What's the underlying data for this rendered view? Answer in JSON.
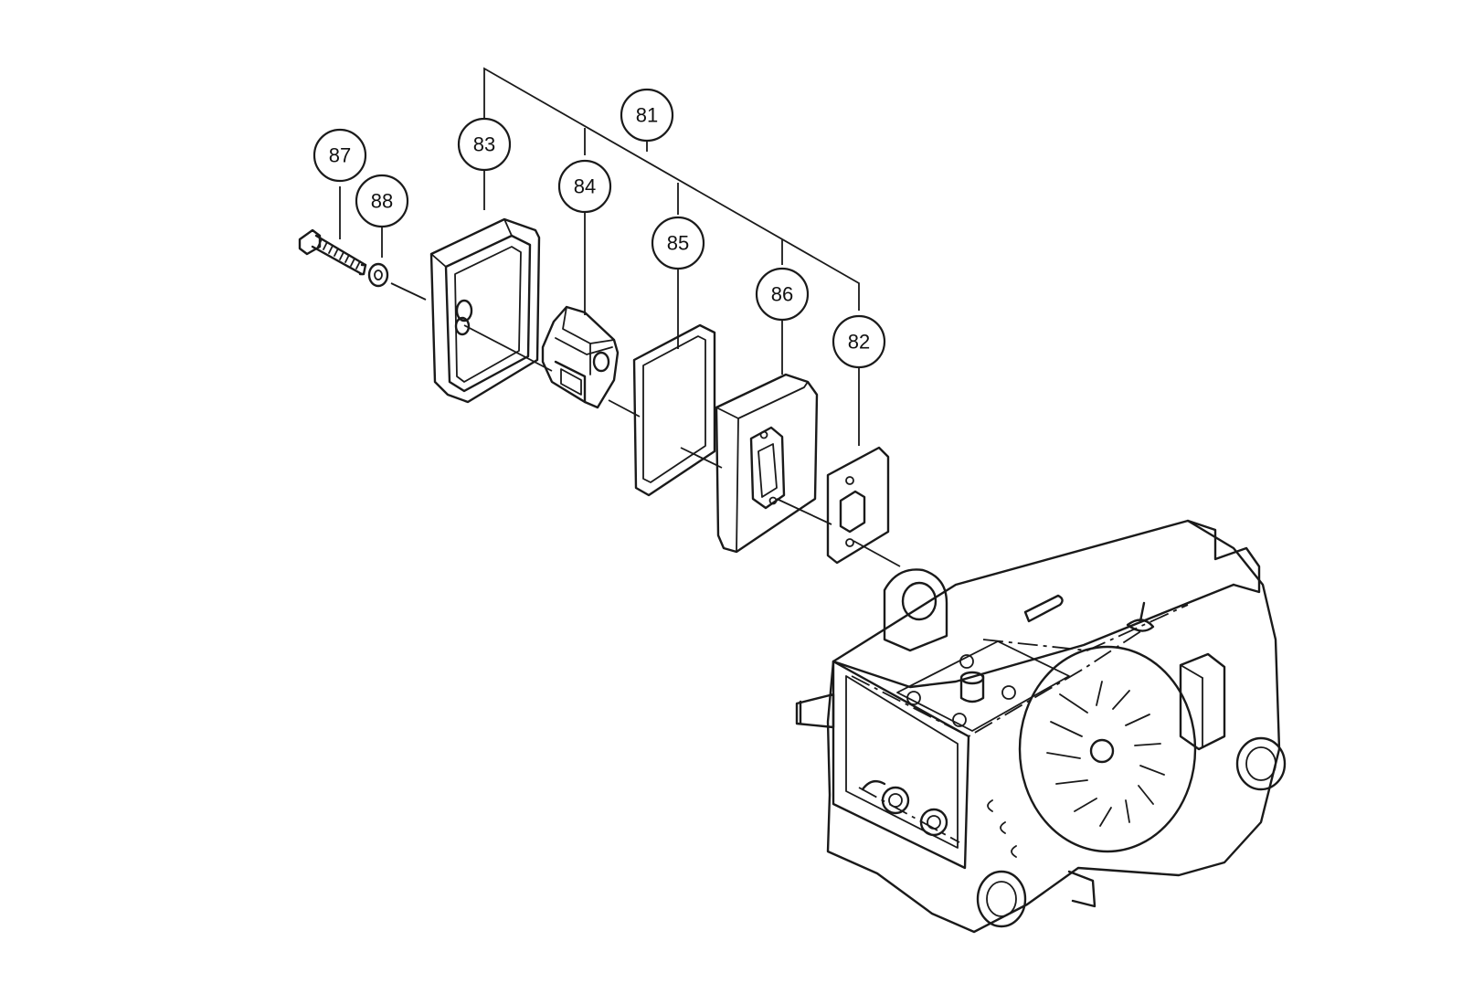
{
  "callouts": {
    "p81": "81",
    "p82": "82",
    "p83": "83",
    "p84": "84",
    "p85": "85",
    "p86": "86",
    "p87": "87",
    "p88": "88"
  },
  "colors": {
    "ink": "#1a1a1a",
    "background": "#ffffff"
  }
}
